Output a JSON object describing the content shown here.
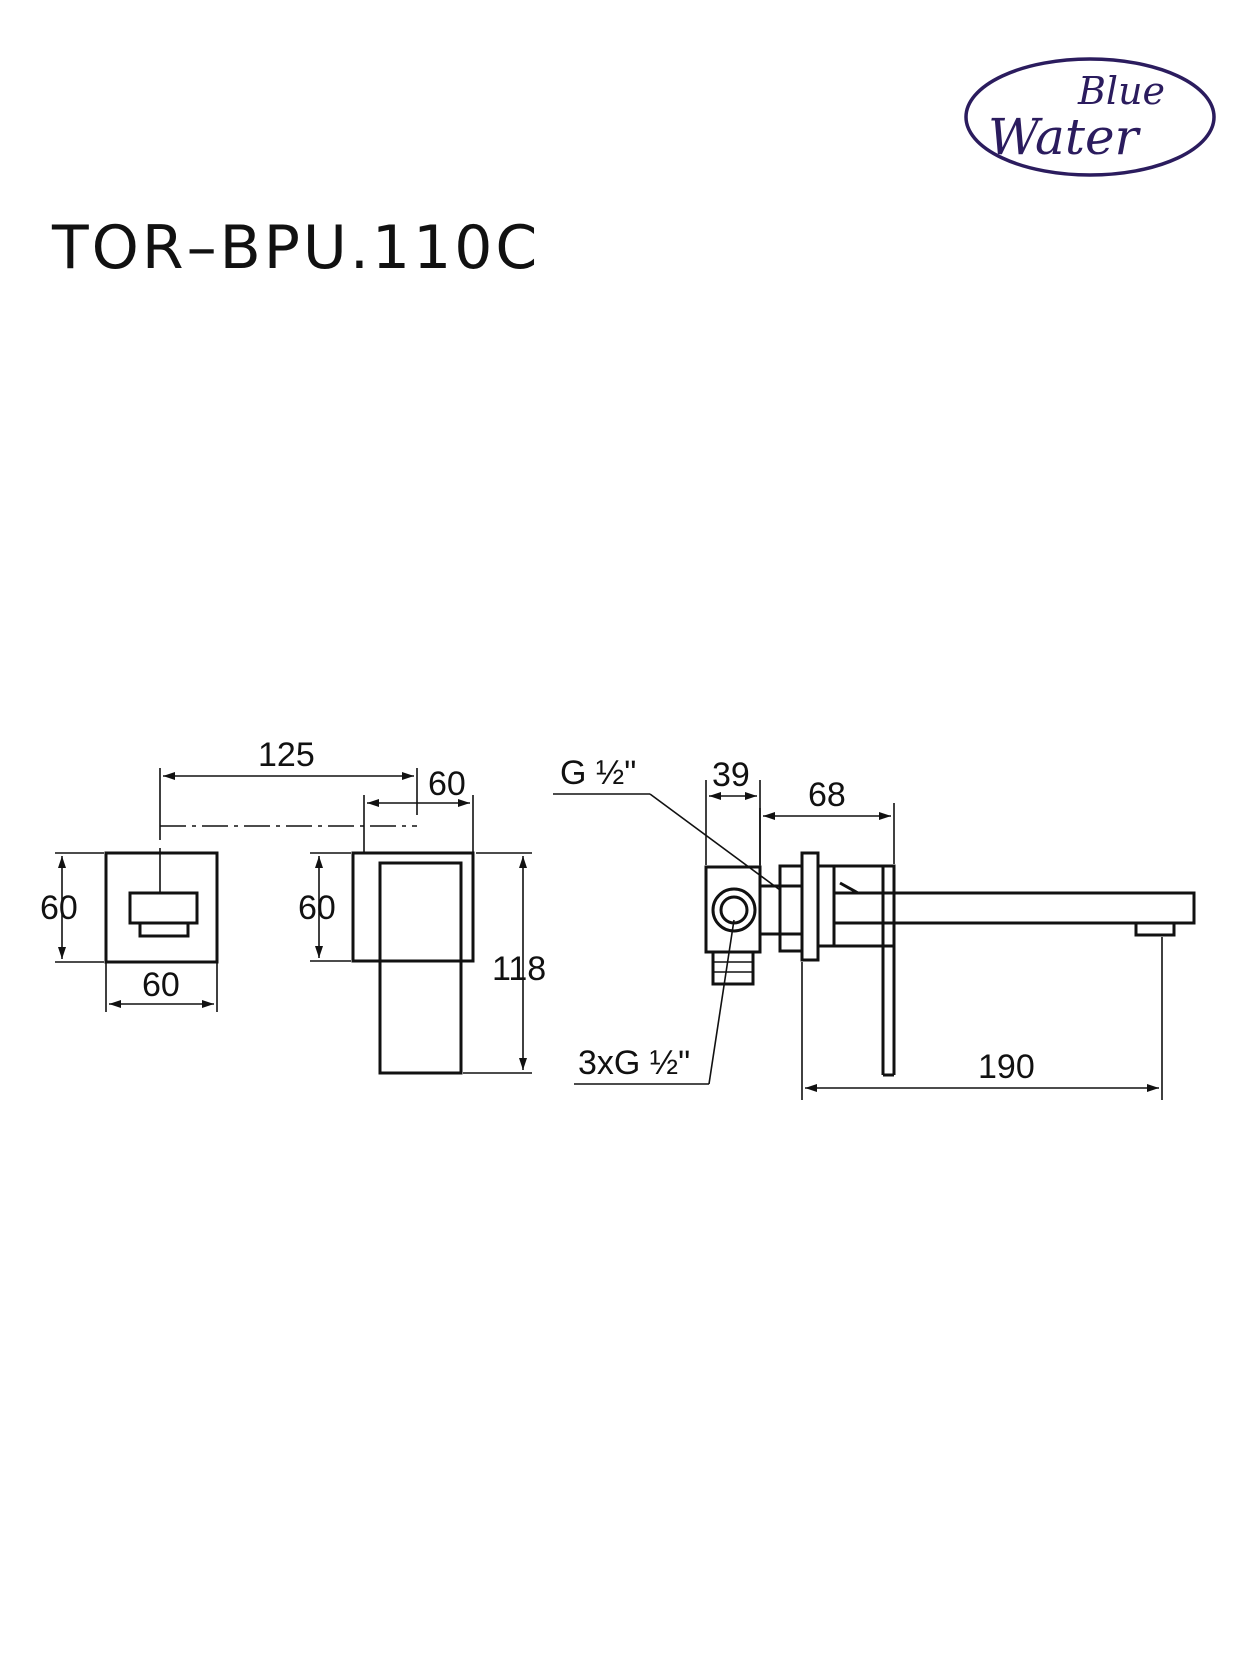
{
  "brand": {
    "logo_line1": "Blue",
    "logo_line2": "Water",
    "color": "#2b1c5e"
  },
  "model": "TOR–BPU.110C",
  "dimensions": {
    "top_width": "125",
    "spout_depth_front": "60",
    "plate_height_left": "60",
    "plate_width_left": "60",
    "spout_height_mid": "60",
    "total_height_mid": "118",
    "thread_top": "G ½ʺ",
    "body_depth": "39",
    "plate_offset": "68",
    "thread_bottom": "3xG ½ʺ",
    "spout_length": "190"
  }
}
